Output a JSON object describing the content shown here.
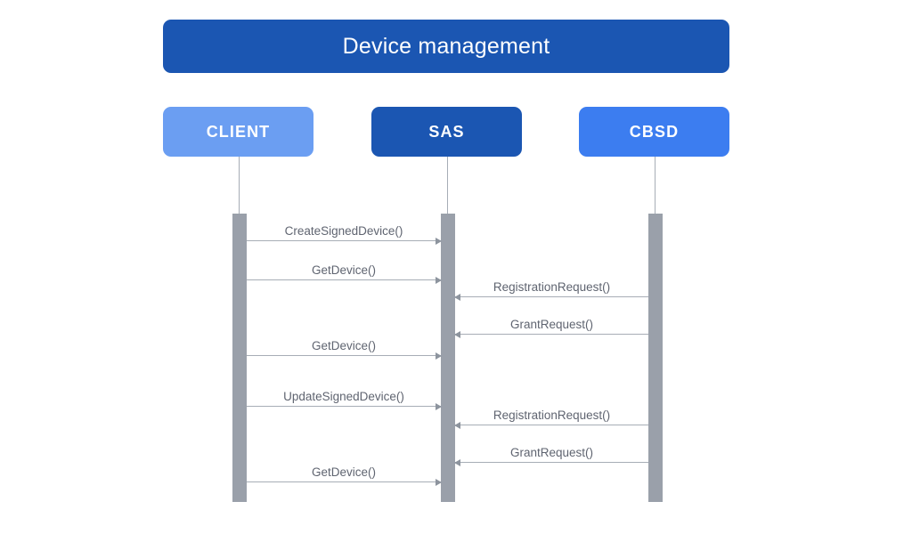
{
  "diagram": {
    "type": "sequence-diagram",
    "title": "Device management",
    "colors": {
      "title_banner": "#1B56B2",
      "client": "#6B9EF2",
      "sas": "#1B56B2",
      "cbsd": "#3C7DF0",
      "activation_bar": "#9AA0AA",
      "message_line": "#A7ADB6",
      "label_text": "#5F6470",
      "background": "#FFFFFF"
    },
    "participants": [
      {
        "id": "client",
        "label": "CLIENT"
      },
      {
        "id": "sas",
        "label": "SAS"
      },
      {
        "id": "cbsd",
        "label": "CBSD"
      }
    ],
    "messages": [
      {
        "label": "CreateSignedDevice()",
        "from": "client",
        "to": "sas",
        "direction": "right"
      },
      {
        "label": "GetDevice()",
        "from": "client",
        "to": "sas",
        "direction": "right"
      },
      {
        "label": "RegistrationRequest()",
        "from": "cbsd",
        "to": "sas",
        "direction": "left"
      },
      {
        "label": "GrantRequest()",
        "from": "cbsd",
        "to": "sas",
        "direction": "left"
      },
      {
        "label": "GetDevice()",
        "from": "client",
        "to": "sas",
        "direction": "right"
      },
      {
        "label": "UpdateSignedDevice()",
        "from": "client",
        "to": "sas",
        "direction": "right"
      },
      {
        "label": "RegistrationRequest()",
        "from": "cbsd",
        "to": "sas",
        "direction": "left"
      },
      {
        "label": "GrantRequest()",
        "from": "cbsd",
        "to": "sas",
        "direction": "left"
      },
      {
        "label": "GetDevice()",
        "from": "client",
        "to": "sas",
        "direction": "right"
      }
    ]
  }
}
